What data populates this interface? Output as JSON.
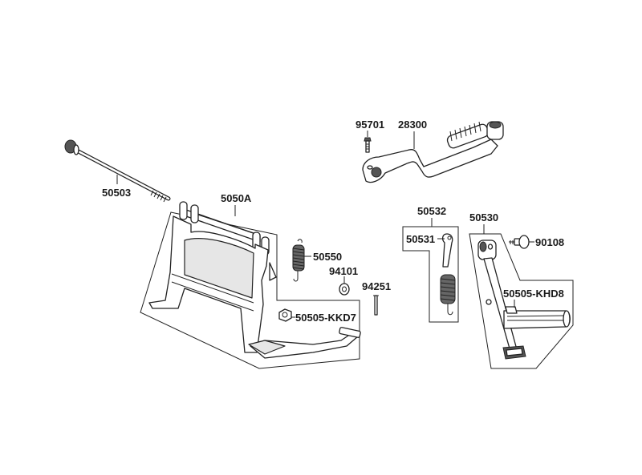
{
  "diagram": {
    "parts": {
      "p95701": "95701",
      "p28300": "28300",
      "p50503": "50503",
      "p5050A": "5050A",
      "p50550": "50550",
      "p94101": "94101",
      "p94251": "94251",
      "p50505_kkd7": "50505-KKD7",
      "p50532": "50532",
      "p50531": "50531",
      "p50530": "50530",
      "p90108": "90108",
      "p50505_khd8": "50505-KHD8"
    }
  }
}
